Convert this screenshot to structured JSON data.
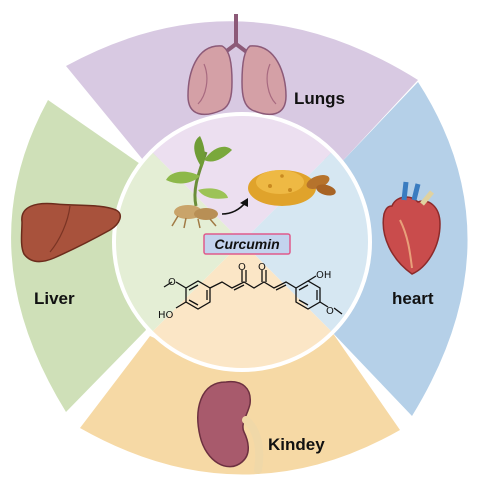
{
  "diagram": {
    "center_title": "Curcumin",
    "organs": [
      {
        "key": "lungs",
        "label": "Lungs",
        "icon": "lungs-icon",
        "color": "#d8c9e2"
      },
      {
        "key": "heart",
        "label": "heart",
        "icon": "heart-icon",
        "color": "#b5d0e8"
      },
      {
        "key": "kidney",
        "label": "Kindey",
        "icon": "kidney-icon",
        "color": "#f6d9a5"
      },
      {
        "key": "liver",
        "label": "Liver",
        "icon": "liver-icon",
        "color": "#cfe0b8"
      }
    ],
    "center_colors": {
      "top": "#ecdff0",
      "right": "#d6e7f2",
      "bottom": "#fbe6c6",
      "left": "#e4eed5"
    },
    "molecule": {
      "substituents": [
        "O",
        "HO",
        "OH",
        "O",
        "O",
        "O"
      ]
    }
  }
}
